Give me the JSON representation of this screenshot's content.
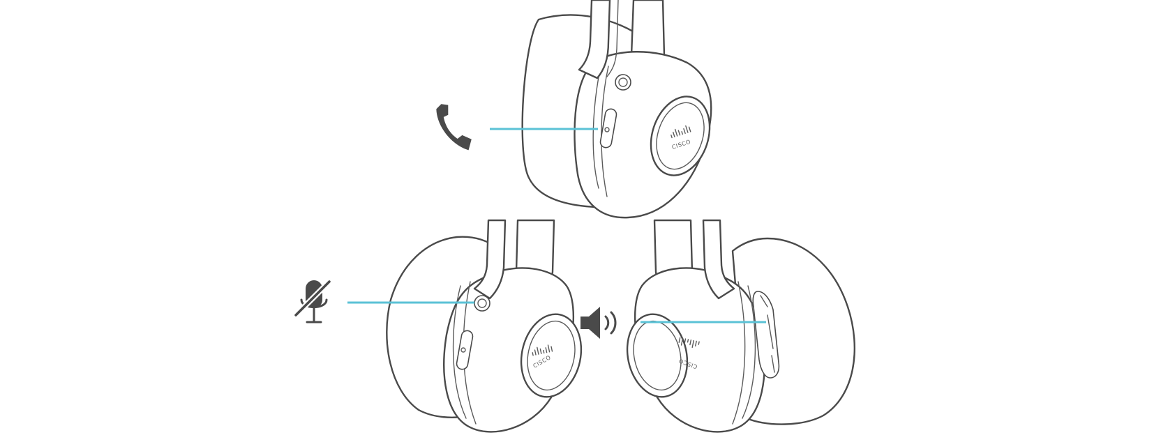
{
  "diagram": {
    "brand_text": "CISCO",
    "callouts": [
      {
        "id": "call",
        "icon": "phone-icon",
        "color": "#5bc2d6"
      },
      {
        "id": "mute",
        "icon": "mic-mute-icon",
        "color": "#5bc2d6"
      },
      {
        "id": "volume",
        "icon": "speaker-volume-icon",
        "color": "#5bc2d6"
      }
    ]
  }
}
